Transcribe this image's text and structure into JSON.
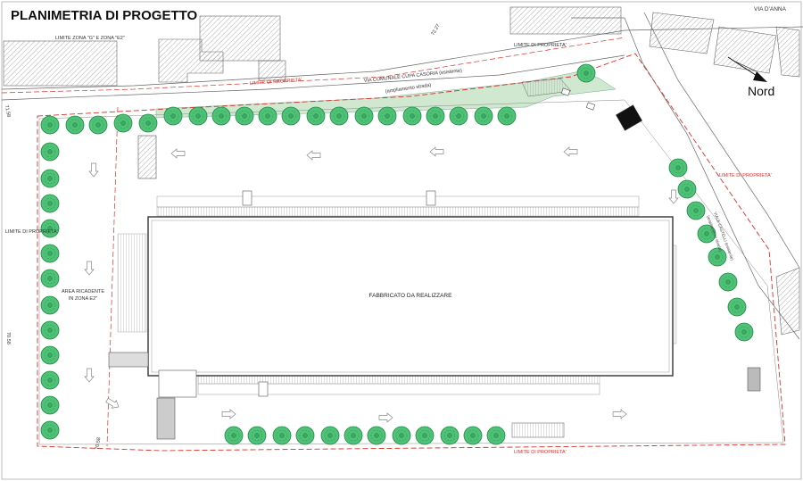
{
  "title": "PLANIMETRIA DI PROGETTO",
  "north_label": "Nord",
  "labels": {
    "via_anna": "VIA D'ANNA",
    "limite_zona": "LIMITE ZONA \"G\" E ZONA \"E2\"",
    "via_comunale": "VIA COMUNALE CUPA CASORIA (esistente)",
    "ampliamento": "(ampliamento strada)",
    "limite_proprieta": "LIMITE DI PROPRIETA'",
    "fabbricato": "FABBRICATO DA REALIZZARE",
    "area_e2_line1": "AREA  RICADENTE",
    "area_e2_line2": "IN ZONA E2\"",
    "viale_line1": "VIALE CASTELLI (esistente)",
    "viale_line2": "(ampliamento strada)",
    "elev_top": "72.27",
    "elev_left_top": "71.58",
    "elev_left_mid": "70.58",
    "elev_bottom": "70.58"
  },
  "colors": {
    "property_line": "#d8312a",
    "tree_fill": "#4fc277",
    "tree_stroke": "#1f8a44",
    "green_area": "#cfe8cf",
    "line": "#555555",
    "hatch": "#777777"
  }
}
